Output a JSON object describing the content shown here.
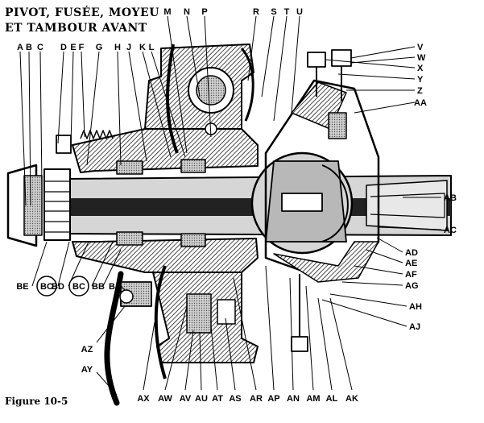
{
  "title_line1": "PIVOT, FUSÉE, MOYEU",
  "title_line2": "ET TAMBOUR AVANT",
  "caption": "Figure 10-5",
  "labels_top": [
    "A",
    "B",
    "C",
    "D",
    "E",
    "F",
    "G",
    "H",
    "J",
    "K",
    "L",
    "M",
    "N",
    "P",
    "R",
    "S",
    "T",
    "U"
  ],
  "labels_right": [
    "V",
    "W",
    "X",
    "Y",
    "Z",
    "AA",
    "AB",
    "AC",
    "AD",
    "AE",
    "AF",
    "AG",
    "AH",
    "AJ"
  ],
  "labels_left": [
    "BE",
    "BC",
    "BD",
    "BC",
    "BB",
    "BA",
    "AZ",
    "AY"
  ],
  "labels_bottom": [
    "AX",
    "AW",
    "AV",
    "AU",
    "AT",
    "AS",
    "AR",
    "AP",
    "AN",
    "AM",
    "AL",
    "AK"
  ],
  "colors": {
    "ink": "#000000",
    "paper": "#ffffff",
    "shade": "#9a9a9a",
    "light": "#d6d6d6"
  }
}
